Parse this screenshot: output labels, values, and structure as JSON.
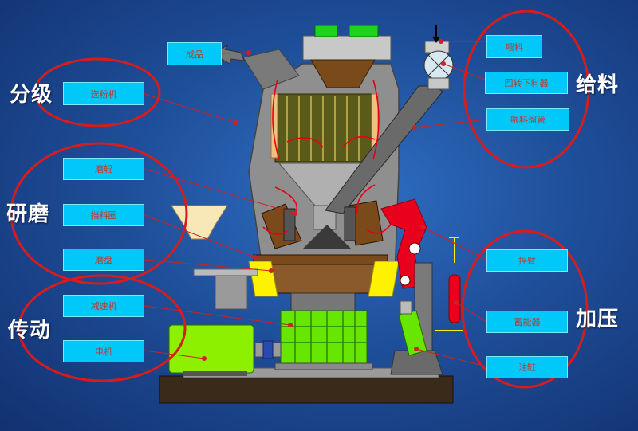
{
  "groups": {
    "classify": "分级",
    "grind": "研磨",
    "drive": "传动",
    "feed": "给料",
    "pressure": "加压"
  },
  "labels": {
    "product": "成品",
    "classifier": "选粉机",
    "roller": "磨辊",
    "retaining_ring": "挡料圈",
    "grinding_table": "磨盘",
    "reducer": "减速机",
    "motor": "电机",
    "feed_material": "喂料",
    "rotary_feeder": "回转下料器",
    "feed_chute": "喂料溜管",
    "rocker_arm": "摇臂",
    "accumulator": "蓄能器",
    "hydraulic_cylinder": "油缸"
  },
  "colors": {
    "background": "#1f4f9a",
    "label_fill": "#00c8f8",
    "label_text": "#c8352a",
    "ellipse": "#d81c1c",
    "motor": "#8cf000",
    "roller": "#7a4a1a",
    "yellow": "#fff200",
    "arm": "#e8001c"
  }
}
